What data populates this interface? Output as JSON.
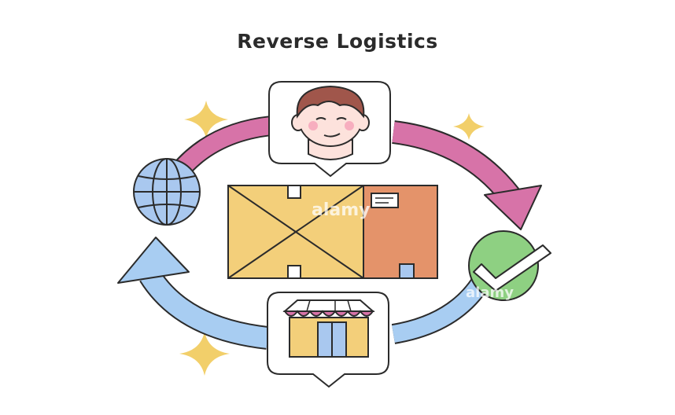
{
  "title": "Reverse Logistics",
  "watermark": "alamy",
  "colors": {
    "outline": "#2b2b2b",
    "pink_arrow": "#d773a8",
    "blue_arrow": "#a8cdf2",
    "box_yellow": "#f3cf7a",
    "box_orange": "#e4936a",
    "check_green": "#8ed082",
    "globe_blue": "#a9c8ef",
    "sparkle": "#f2cf6a",
    "skin": "#fde2dc",
    "hair": "#a0564b"
  },
  "nodes": [
    {
      "name": "customer",
      "icon": "person-face-icon"
    },
    {
      "name": "inspection",
      "icon": "checkmark-icon"
    },
    {
      "name": "store",
      "icon": "storefront-icon"
    },
    {
      "name": "global-network",
      "icon": "globe-icon"
    },
    {
      "name": "returned-package",
      "icon": "cardboard-box-icon"
    }
  ]
}
